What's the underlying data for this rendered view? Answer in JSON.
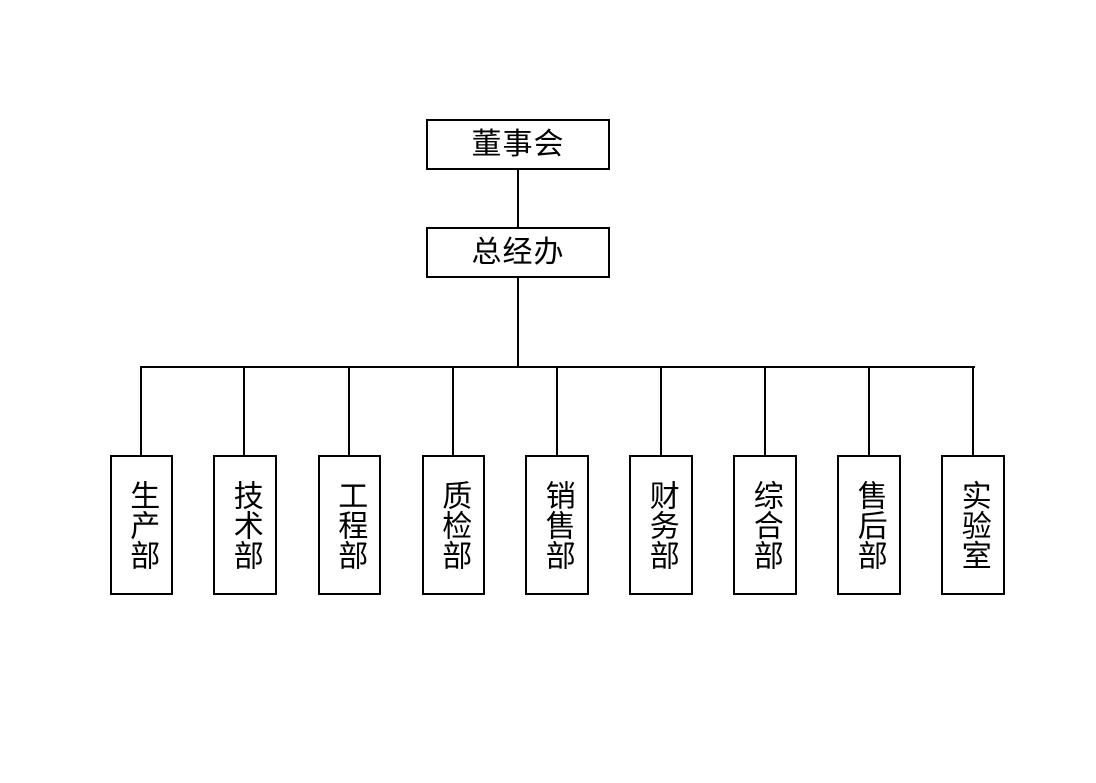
{
  "org_chart": {
    "board": {
      "label": "董事会"
    },
    "general_office": {
      "label": "总经办"
    },
    "departments": [
      {
        "label": "生产部"
      },
      {
        "label": "技术部"
      },
      {
        "label": "工程部"
      },
      {
        "label": "质检部"
      },
      {
        "label": "销售部"
      },
      {
        "label": "财务部"
      },
      {
        "label": "综合部"
      },
      {
        "label": "售后部"
      },
      {
        "label": "实验室"
      }
    ]
  },
  "colors": {
    "line": "#000000",
    "box_border": "#000000",
    "box_fill": "#ffffff",
    "text": "#000000"
  }
}
